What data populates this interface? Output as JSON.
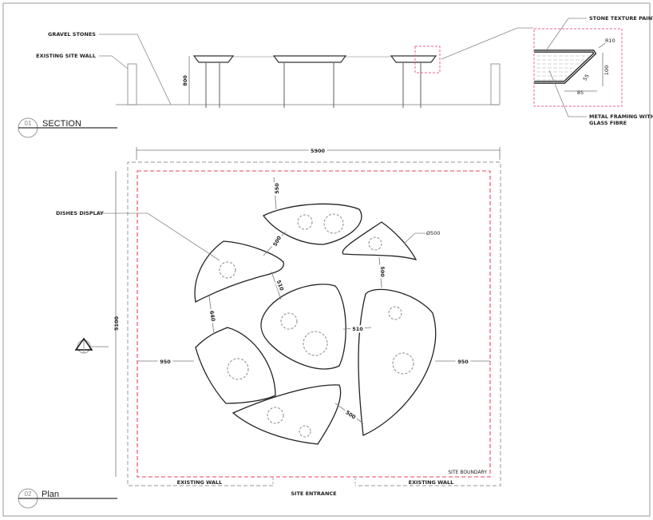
{
  "section": {
    "number": "01",
    "title": "SECTION",
    "labels": {
      "gravel": "GRAVEL STONES",
      "wall": "EXISTING SITE WALL",
      "height": "800"
    },
    "detail": {
      "paint": "STONE TEXTURE PAINT",
      "framing_1": "METAL FRAMING WITH",
      "framing_2": "GLASS FIBRE",
      "radius": "R10",
      "d100": "100",
      "d55": "55",
      "d85": "85"
    }
  },
  "plan": {
    "number": "02",
    "title": "Plan",
    "dims": {
      "width": "5900",
      "height": "5100",
      "left": "950",
      "right": "950",
      "d550": "550",
      "d500a": "500",
      "d510a": "510",
      "d640": "640",
      "d510b": "510",
      "d500b": "500",
      "d500c": "500",
      "dia": "Ø500"
    },
    "labels": {
      "dishes": "DISHES DISPLAY",
      "boundary": "SITE BOUNDARY",
      "wall_left": "EXISTING WALL",
      "wall_right": "EXISTING WALL",
      "entrance": "SITE ENTRANCE"
    }
  },
  "colors": {
    "boundary": "#e8435a",
    "detail_box": "#f06090"
  }
}
